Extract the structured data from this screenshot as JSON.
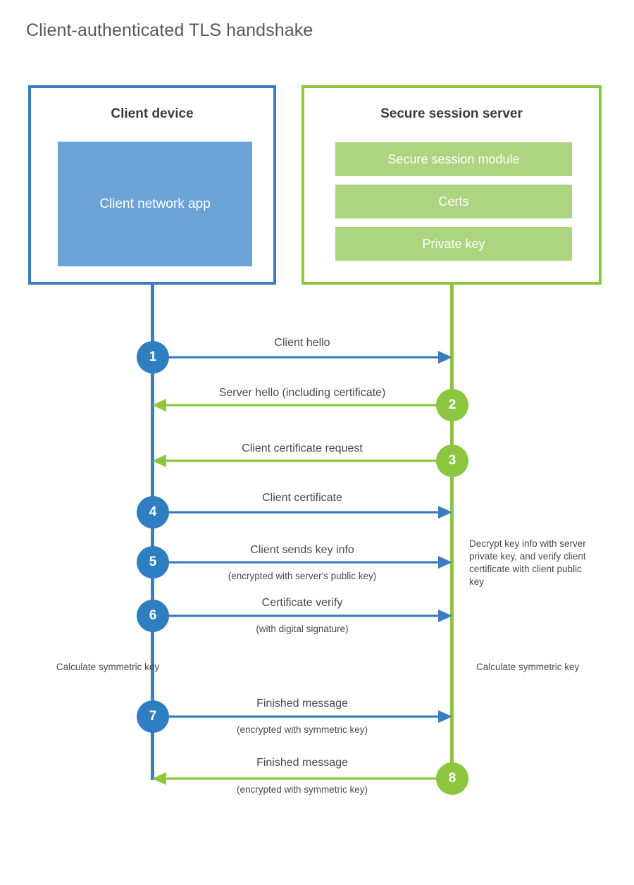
{
  "title": "Client-authenticated TLS handshake",
  "colors": {
    "client_blue": "#3b7dc0",
    "client_app_fill": "#6ba3d6",
    "server_green": "#8cc63f",
    "server_bar_fill": "#add47e",
    "step_blue": "#2f7ec1",
    "text": "#4a4a4a",
    "title_text": "#58595b"
  },
  "parties": {
    "client": {
      "title": "Client device",
      "app_label": "Client network app"
    },
    "server": {
      "title": "Secure session server",
      "bars": [
        "Secure session module",
        "Certs",
        "Private key"
      ]
    }
  },
  "messages": [
    {
      "step": "1",
      "label": "Client hello",
      "sublabel": "",
      "direction": "client-to-server",
      "color": "#3b7dc0"
    },
    {
      "step": "2",
      "label": "Server hello (including certificate)",
      "sublabel": "",
      "direction": "server-to-client",
      "color": "#8cc63f"
    },
    {
      "step": "3",
      "label": "Client certificate request",
      "sublabel": "",
      "direction": "server-to-client",
      "color": "#8cc63f"
    },
    {
      "step": "4",
      "label": "Client certificate",
      "sublabel": "",
      "direction": "client-to-server",
      "color": "#3b7dc0"
    },
    {
      "step": "5",
      "label": "Client sends key info",
      "sublabel": "(encrypted with server's public key)",
      "direction": "client-to-server",
      "color": "#3b7dc0"
    },
    {
      "step": "6",
      "label": "Certificate verify",
      "sublabel": "(with digital signature)",
      "direction": "client-to-server",
      "color": "#3b7dc0"
    },
    {
      "step": "7",
      "label": "Finished message",
      "sublabel": "(encrypted with symmetric key)",
      "direction": "client-to-server",
      "color": "#3b7dc0"
    },
    {
      "step": "8",
      "label": "Finished message",
      "sublabel": "(encrypted with symmetric key)",
      "direction": "server-to-client",
      "color": "#8cc63f"
    }
  ],
  "annotations": {
    "server_decrypt": "Decrypt key info with server private key, and verify client certificate with client public key",
    "client_calc_symmetric": "Calculate symmetric key",
    "server_calc_symmetric": "Calculate symmetric key"
  }
}
